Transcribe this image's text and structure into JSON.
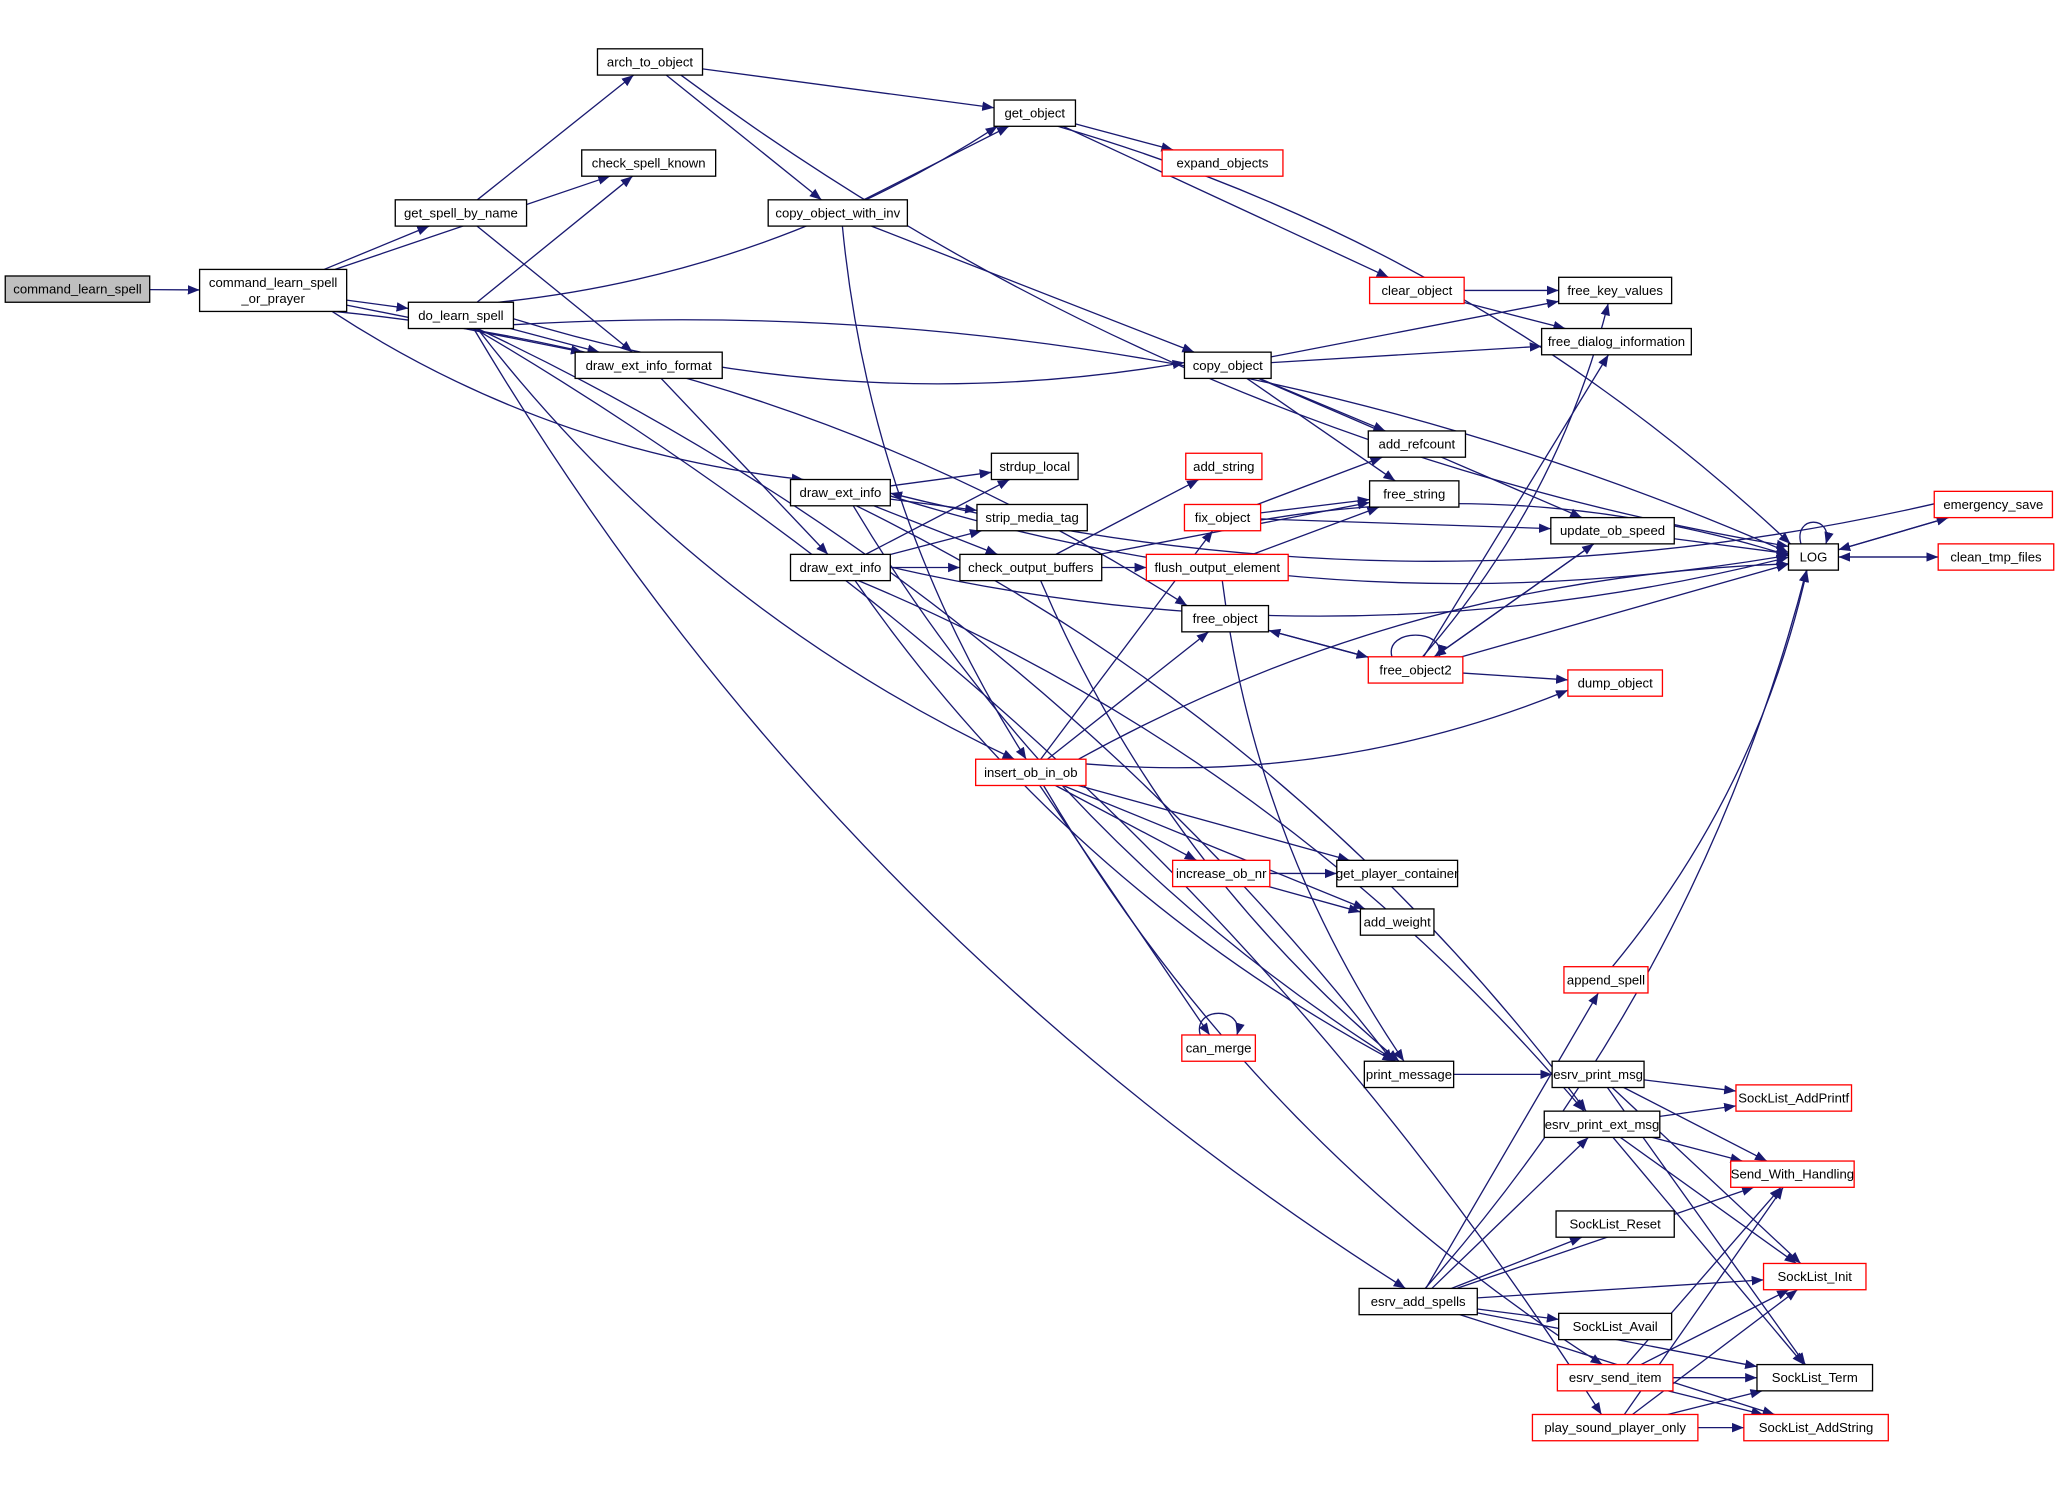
{
  "graph": {
    "type": "call-graph",
    "colors": {
      "edge": "#191970",
      "node_border": "#000000",
      "truncated_border": "#ff0000",
      "root_fill": "#bfbfbf",
      "node_fill": "#ffffff"
    },
    "nodes": [
      {
        "id": "command_learn_spell",
        "label": "command_learn_spell",
        "style": "root"
      },
      {
        "id": "command_learn_spell_or_prayer",
        "label": "command_learn_spell\n_or_prayer",
        "style": "normal"
      },
      {
        "id": "arch_to_object",
        "label": "arch_to_object",
        "style": "normal"
      },
      {
        "id": "get_spell_by_name",
        "label": "get_spell_by_name",
        "style": "normal"
      },
      {
        "id": "check_spell_known",
        "label": "check_spell_known",
        "style": "normal"
      },
      {
        "id": "do_learn_spell",
        "label": "do_learn_spell",
        "style": "normal"
      },
      {
        "id": "draw_ext_info_format",
        "label": "draw_ext_info_format",
        "style": "normal"
      },
      {
        "id": "get_object",
        "label": "get_object",
        "style": "normal"
      },
      {
        "id": "expand_objects",
        "label": "expand_objects",
        "style": "truncated"
      },
      {
        "id": "copy_object_with_inv",
        "label": "copy_object_with_inv",
        "style": "normal"
      },
      {
        "id": "clear_object",
        "label": "clear_object",
        "style": "truncated"
      },
      {
        "id": "free_key_values",
        "label": "free_key_values",
        "style": "normal"
      },
      {
        "id": "free_dialog_information",
        "label": "free_dialog_information",
        "style": "normal"
      },
      {
        "id": "copy_object",
        "label": "copy_object",
        "style": "normal"
      },
      {
        "id": "add_refcount",
        "label": "add_refcount",
        "style": "normal"
      },
      {
        "id": "add_string",
        "label": "add_string",
        "style": "truncated"
      },
      {
        "id": "free_string",
        "label": "free_string",
        "style": "normal"
      },
      {
        "id": "fix_object",
        "label": "fix_object",
        "style": "truncated"
      },
      {
        "id": "update_ob_speed",
        "label": "update_ob_speed",
        "style": "normal"
      },
      {
        "id": "LOG",
        "label": "LOG",
        "style": "normal"
      },
      {
        "id": "emergency_save",
        "label": "emergency_save",
        "style": "truncated"
      },
      {
        "id": "clean_tmp_files",
        "label": "clean_tmp_files",
        "style": "truncated"
      },
      {
        "id": "draw_ext_info_1",
        "label": "draw_ext_info",
        "style": "normal"
      },
      {
        "id": "strdup_local",
        "label": "strdup_local",
        "style": "normal"
      },
      {
        "id": "strip_media_tag",
        "label": "strip_media_tag",
        "style": "normal"
      },
      {
        "id": "draw_ext_info_2",
        "label": "draw_ext_info",
        "style": "normal"
      },
      {
        "id": "check_output_buffers",
        "label": "check_output_buffers",
        "style": "normal"
      },
      {
        "id": "flush_output_element",
        "label": "flush_output_element",
        "style": "truncated"
      },
      {
        "id": "free_object",
        "label": "free_object",
        "style": "normal"
      },
      {
        "id": "free_object2",
        "label": "free_object2",
        "style": "truncated"
      },
      {
        "id": "dump_object",
        "label": "dump_object",
        "style": "truncated"
      },
      {
        "id": "insert_ob_in_ob",
        "label": "insert_ob_in_ob",
        "style": "truncated"
      },
      {
        "id": "increase_ob_nr",
        "label": "increase_ob_nr",
        "style": "truncated"
      },
      {
        "id": "get_player_container",
        "label": "get_player_container",
        "style": "normal"
      },
      {
        "id": "add_weight",
        "label": "add_weight",
        "style": "normal"
      },
      {
        "id": "append_spell",
        "label": "append_spell",
        "style": "truncated"
      },
      {
        "id": "can_merge",
        "label": "can_merge",
        "style": "truncated"
      },
      {
        "id": "print_message",
        "label": "print_message",
        "style": "normal"
      },
      {
        "id": "esrv_print_msg",
        "label": "esrv_print_msg",
        "style": "normal"
      },
      {
        "id": "SockList_AddPrintf",
        "label": "SockList_AddPrintf",
        "style": "truncated"
      },
      {
        "id": "esrv_print_ext_msg",
        "label": "esrv_print_ext_msg",
        "style": "normal"
      },
      {
        "id": "Send_With_Handling",
        "label": "Send_With_Handling",
        "style": "truncated"
      },
      {
        "id": "SockList_Reset",
        "label": "SockList_Reset",
        "style": "normal"
      },
      {
        "id": "SockList_Init",
        "label": "SockList_Init",
        "style": "truncated"
      },
      {
        "id": "esrv_add_spells",
        "label": "esrv_add_spells",
        "style": "normal"
      },
      {
        "id": "SockList_Avail",
        "label": "SockList_Avail",
        "style": "normal"
      },
      {
        "id": "esrv_send_item",
        "label": "esrv_send_item",
        "style": "truncated"
      },
      {
        "id": "SockList_Term",
        "label": "SockList_Term",
        "style": "normal"
      },
      {
        "id": "play_sound_player_only",
        "label": "play_sound_player_only",
        "style": "truncated"
      },
      {
        "id": "SockList_AddString",
        "label": "SockList_AddString",
        "style": "truncated"
      }
    ],
    "edges": [
      [
        "command_learn_spell",
        "command_learn_spell_or_prayer"
      ],
      [
        "command_learn_spell_or_prayer",
        "get_spell_by_name"
      ],
      [
        "command_learn_spell_or_prayer",
        "check_spell_known"
      ],
      [
        "command_learn_spell_or_prayer",
        "do_learn_spell"
      ],
      [
        "command_learn_spell_or_prayer",
        "draw_ext_info_format"
      ],
      [
        "command_learn_spell_or_prayer",
        "draw_ext_info_1"
      ],
      [
        "command_learn_spell_or_prayer",
        "free_object"
      ],
      [
        "get_spell_by_name",
        "arch_to_object"
      ],
      [
        "get_spell_by_name",
        "draw_ext_info_format"
      ],
      [
        "arch_to_object",
        "get_object"
      ],
      [
        "arch_to_object",
        "copy_object_with_inv"
      ],
      [
        "arch_to_object",
        "LOG"
      ],
      [
        "do_learn_spell",
        "check_spell_known"
      ],
      [
        "do_learn_spell",
        "get_object"
      ],
      [
        "do_learn_spell",
        "draw_ext_info_format"
      ],
      [
        "do_learn_spell",
        "copy_object"
      ],
      [
        "do_learn_spell",
        "LOG"
      ],
      [
        "do_learn_spell",
        "insert_ob_in_ob"
      ],
      [
        "do_learn_spell",
        "print_message"
      ],
      [
        "do_learn_spell",
        "esrv_add_spells"
      ],
      [
        "do_learn_spell",
        "play_sound_player_only"
      ],
      [
        "draw_ext_info_format",
        "draw_ext_info_2"
      ],
      [
        "get_object",
        "expand_objects"
      ],
      [
        "get_object",
        "clear_object"
      ],
      [
        "get_object",
        "LOG"
      ],
      [
        "copy_object_with_inv",
        "get_object"
      ],
      [
        "copy_object_with_inv",
        "copy_object"
      ],
      [
        "copy_object_with_inv",
        "insert_ob_in_ob"
      ],
      [
        "clear_object",
        "free_key_values"
      ],
      [
        "clear_object",
        "free_dialog_information"
      ],
      [
        "copy_object",
        "free_key_values"
      ],
      [
        "copy_object",
        "free_dialog_information"
      ],
      [
        "copy_object",
        "add_refcount"
      ],
      [
        "copy_object",
        "free_string"
      ],
      [
        "copy_object",
        "update_ob_speed"
      ],
      [
        "fix_object",
        "add_refcount"
      ],
      [
        "fix_object",
        "free_string"
      ],
      [
        "fix_object",
        "update_ob_speed"
      ],
      [
        "fix_object",
        "LOG"
      ],
      [
        "update_ob_speed",
        "LOG"
      ],
      [
        "LOG",
        "LOG"
      ],
      [
        "LOG",
        "emergency_save"
      ],
      [
        "LOG",
        "clean_tmp_files"
      ],
      [
        "emergency_save",
        "LOG"
      ],
      [
        "emergency_save",
        "draw_ext_info_1"
      ],
      [
        "clean_tmp_files",
        "LOG"
      ],
      [
        "draw_ext_info_1",
        "strdup_local"
      ],
      [
        "draw_ext_info_1",
        "strip_media_tag"
      ],
      [
        "draw_ext_info_1",
        "check_output_buffers"
      ],
      [
        "draw_ext_info_1",
        "print_message"
      ],
      [
        "draw_ext_info_1",
        "esrv_print_ext_msg"
      ],
      [
        "draw_ext_info_1",
        "LOG"
      ],
      [
        "draw_ext_info_2",
        "strdup_local"
      ],
      [
        "draw_ext_info_2",
        "strip_media_tag"
      ],
      [
        "draw_ext_info_2",
        "check_output_buffers"
      ],
      [
        "draw_ext_info_2",
        "print_message"
      ],
      [
        "draw_ext_info_2",
        "esrv_print_ext_msg"
      ],
      [
        "draw_ext_info_2",
        "LOG"
      ],
      [
        "check_output_buffers",
        "add_string"
      ],
      [
        "check_output_buffers",
        "free_string"
      ],
      [
        "check_output_buffers",
        "flush_output_element"
      ],
      [
        "check_output_buffers",
        "print_message"
      ],
      [
        "flush_output_element",
        "free_string"
      ],
      [
        "flush_output_element",
        "print_message"
      ],
      [
        "free_object",
        "free_object2"
      ],
      [
        "free_object2",
        "free_object"
      ],
      [
        "free_object2",
        "free_object2"
      ],
      [
        "free_object2",
        "free_key_values"
      ],
      [
        "free_object2",
        "free_dialog_information"
      ],
      [
        "free_object2",
        "update_ob_speed"
      ],
      [
        "free_object2",
        "dump_object"
      ],
      [
        "free_object2",
        "LOG"
      ],
      [
        "update_ob_speed",
        "free_object2"
      ],
      [
        "insert_ob_in_ob",
        "fix_object"
      ],
      [
        "insert_ob_in_ob",
        "free_object"
      ],
      [
        "insert_ob_in_ob",
        "dump_object"
      ],
      [
        "insert_ob_in_ob",
        "LOG"
      ],
      [
        "insert_ob_in_ob",
        "increase_ob_nr"
      ],
      [
        "insert_ob_in_ob",
        "get_player_container"
      ],
      [
        "insert_ob_in_ob",
        "add_weight"
      ],
      [
        "insert_ob_in_ob",
        "can_merge"
      ],
      [
        "insert_ob_in_ob",
        "esrv_send_item"
      ],
      [
        "increase_ob_nr",
        "get_player_container"
      ],
      [
        "increase_ob_nr",
        "add_weight"
      ],
      [
        "can_merge",
        "can_merge"
      ],
      [
        "print_message",
        "esrv_print_msg"
      ],
      [
        "esrv_print_msg",
        "SockList_AddPrintf"
      ],
      [
        "esrv_print_msg",
        "Send_With_Handling"
      ],
      [
        "esrv_print_msg",
        "SockList_Init"
      ],
      [
        "esrv_print_msg",
        "SockList_Term"
      ],
      [
        "esrv_print_ext_msg",
        "SockList_AddPrintf"
      ],
      [
        "esrv_print_ext_msg",
        "Send_With_Handling"
      ],
      [
        "esrv_print_ext_msg",
        "SockList_Init"
      ],
      [
        "esrv_print_ext_msg",
        "SockList_Term"
      ],
      [
        "esrv_add_spells",
        "append_spell"
      ],
      [
        "esrv_add_spells",
        "LOG"
      ],
      [
        "esrv_add_spells",
        "esrv_print_ext_msg"
      ],
      [
        "esrv_add_spells",
        "Send_With_Handling"
      ],
      [
        "esrv_add_spells",
        "SockList_Reset"
      ],
      [
        "esrv_add_spells",
        "SockList_Init"
      ],
      [
        "esrv_add_spells",
        "SockList_Avail"
      ],
      [
        "esrv_add_spells",
        "SockList_Term"
      ],
      [
        "esrv_add_spells",
        "SockList_AddString"
      ],
      [
        "append_spell",
        "LOG"
      ],
      [
        "esrv_send_item",
        "SockList_Init"
      ],
      [
        "esrv_send_item",
        "SockList_Term"
      ],
      [
        "esrv_send_item",
        "SockList_AddString"
      ],
      [
        "esrv_send_item",
        "Send_With_Handling"
      ],
      [
        "play_sound_player_only",
        "SockList_Init"
      ],
      [
        "play_sound_player_only",
        "SockList_Term"
      ],
      [
        "play_sound_player_only",
        "SockList_AddString"
      ],
      [
        "play_sound_player_only",
        "Send_With_Handling"
      ]
    ]
  }
}
